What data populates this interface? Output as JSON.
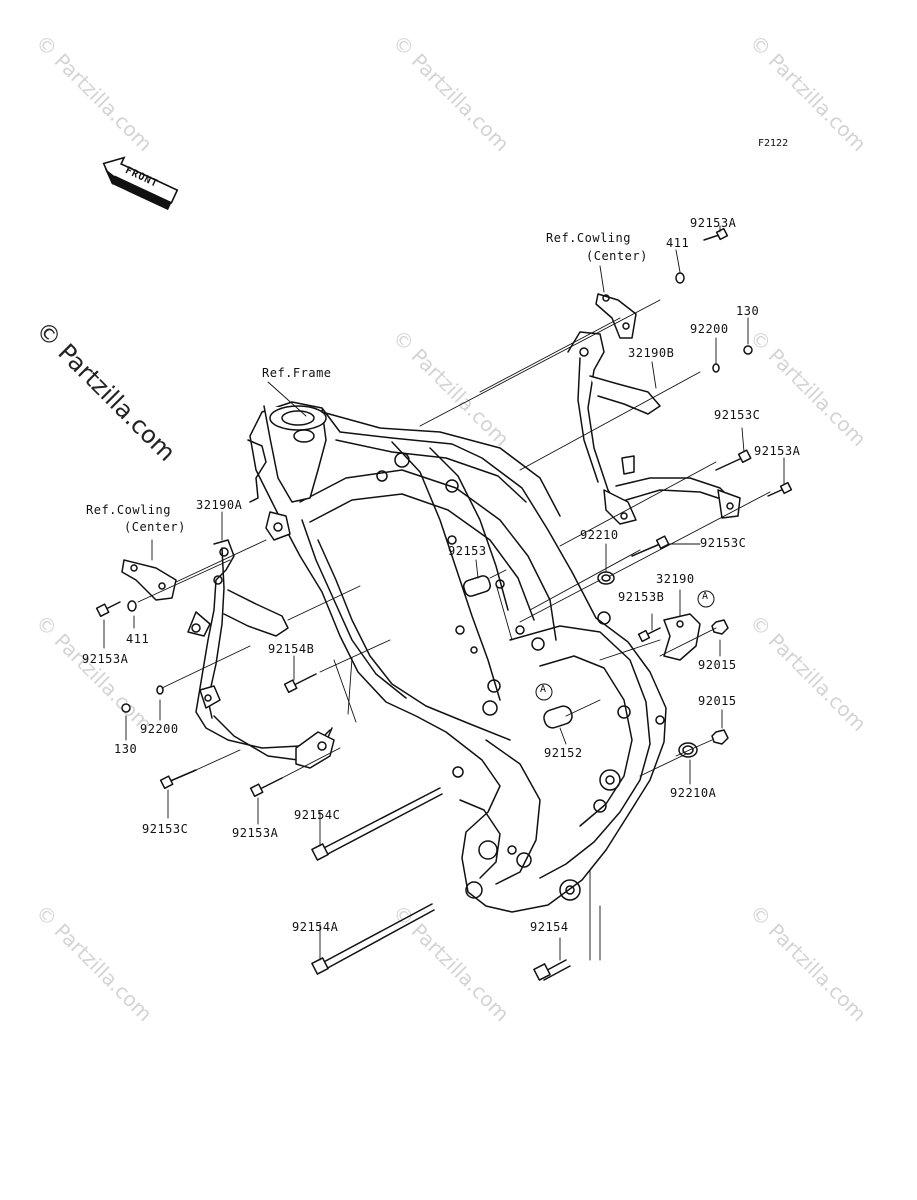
{
  "figure_code": "F2122",
  "front_arrow_text": "FRONT",
  "watermark_text": "© Partzilla.com",
  "side_watermark_text": "© Partzilla.com",
  "references": {
    "frame": "Ref.Frame",
    "cowling_right_line1": "Ref.Cowling",
    "cowling_right_line2": "(Center)",
    "cowling_left_line1": "Ref.Cowling",
    "cowling_left_line2": "(Center)"
  },
  "callout_marker": "A",
  "part_labels": {
    "p92153A_top": "92153A",
    "p411_top": "411",
    "p130_top": "130",
    "p92200_top": "92200",
    "p32190B": "32190B",
    "p92153C_right": "92153C",
    "p92153A_right": "92153A",
    "p92210": "92210",
    "p92153C_mid": "92153C",
    "p32190": "32190",
    "p92153B": "92153B",
    "p92015_a": "92015",
    "p92015_b": "92015",
    "p92210A": "92210A",
    "p92152": "92152",
    "p92153": "92153",
    "p32190A": "32190A",
    "p411_left": "411",
    "p92153A_left": "92153A",
    "p92154B": "92154B",
    "p92200_left": "92200",
    "p130_left": "130",
    "p92153C_left": "92153C",
    "p92153A_bottom": "92153A",
    "p92154C": "92154C",
    "p92154A": "92154A",
    "p92154": "92154"
  },
  "colors": {
    "line": "#111111",
    "watermark": "#d4d4d4",
    "background": "#ffffff"
  }
}
